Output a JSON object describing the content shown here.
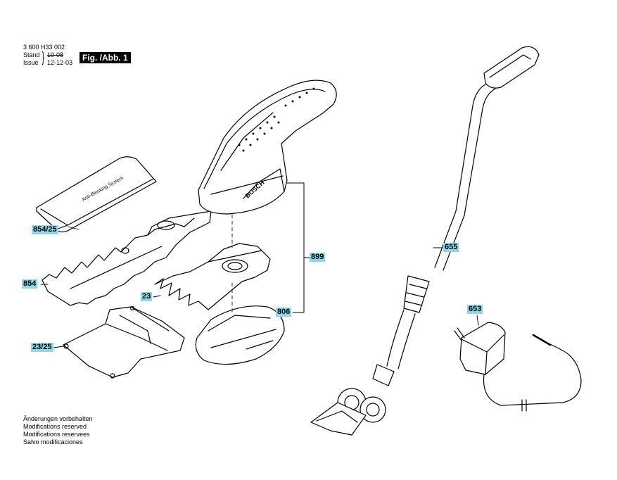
{
  "header": {
    "part_number": "3 600 H33 002",
    "stand_label": "Stand",
    "issue_label": "Issue",
    "stand_date": "10-08",
    "issue_date": "12-12-03",
    "figure": "Fig. /Abb. 1"
  },
  "parts": {
    "p854_25": "854/25",
    "p854": "854",
    "p23": "23",
    "p23_25": "23/25",
    "p899": "899",
    "p806": "806",
    "p655": "655",
    "p653": "653"
  },
  "product_text": {
    "cover_text": "Anti-Blocking System",
    "brand": "BOSCH"
  },
  "footer": {
    "de": "Änderungen vorbehalten",
    "en": "Modifications reserved",
    "fr": "Modifications reservees",
    "es": "Salvo modificaciones"
  },
  "colors": {
    "label_bg": "#8fd6e8",
    "line": "#000000"
  }
}
